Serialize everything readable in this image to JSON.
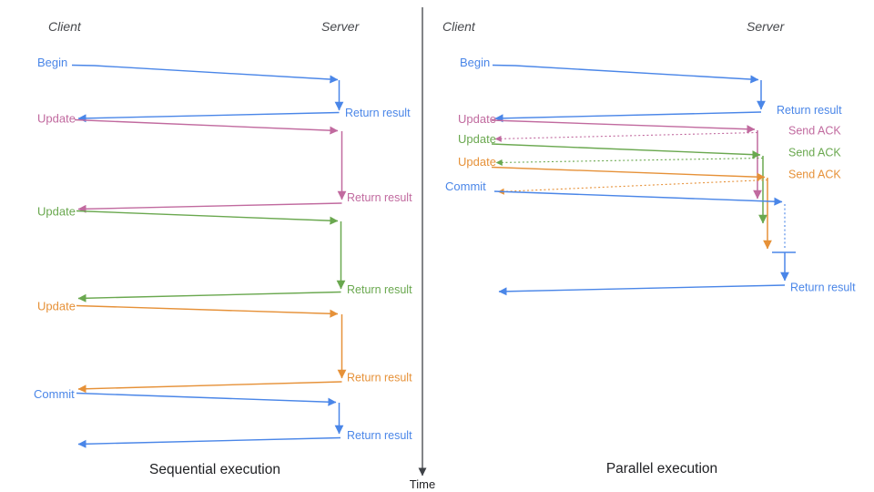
{
  "colors": {
    "blue": "#4a86e8",
    "pink": "#c16a9f",
    "green": "#6aa84f",
    "orange": "#e69138",
    "axis": "#3f4247",
    "header": "#47494d",
    "caption": "#202124"
  },
  "time_axis": {
    "label": "Time"
  },
  "left": {
    "caption": "Sequential execution",
    "client_header": "Client",
    "server_header": "Server",
    "messages": [
      {
        "request": "Begin",
        "response": "Return result",
        "color": "blue"
      },
      {
        "request": "Update",
        "response": "Return result",
        "color": "pink"
      },
      {
        "request": "Update",
        "response": "Return result",
        "color": "green"
      },
      {
        "request": "Update",
        "response": "Return result",
        "color": "orange"
      },
      {
        "request": "Commit",
        "response": "Return result",
        "color": "blue"
      }
    ]
  },
  "right": {
    "caption": "Parallel execution",
    "client_header": "Client",
    "server_header": "Server",
    "messages": [
      {
        "request": "Begin",
        "response": "Return result",
        "color": "blue"
      },
      {
        "request": "Update",
        "response": "Send ACK",
        "color": "pink"
      },
      {
        "request": "Update",
        "response": "Send ACK",
        "color": "green"
      },
      {
        "request": "Update",
        "response": "Send ACK",
        "color": "orange"
      },
      {
        "request": "Commit",
        "response": "Return result",
        "color": "blue"
      }
    ]
  }
}
